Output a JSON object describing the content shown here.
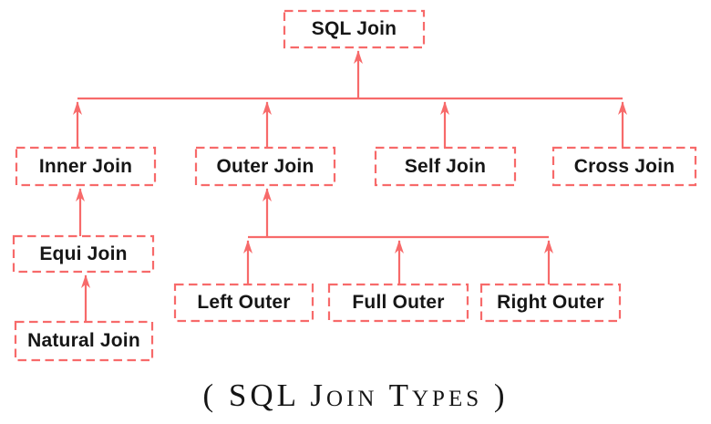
{
  "diagram": {
    "accent_color": "#f76a6a",
    "text_color": "#161616",
    "background_color": "#ffffff",
    "type": "hierarchy-tree",
    "arrow_direction": "child-to-parent-upward"
  },
  "nodes": {
    "sql_join": {
      "label": "SQL Join"
    },
    "inner_join": {
      "label": "Inner Join"
    },
    "outer_join": {
      "label": "Outer Join"
    },
    "self_join": {
      "label": "Self Join"
    },
    "cross_join": {
      "label": "Cross Join"
    },
    "equi_join": {
      "label": "Equi Join"
    },
    "natural_join": {
      "label": "Natural Join"
    },
    "left_outer": {
      "label": "Left Outer"
    },
    "full_outer": {
      "label": "Full Outer"
    },
    "right_outer": {
      "label": "Right Outer"
    }
  },
  "edges": [
    {
      "from": "Inner Join",
      "to": "SQL Join"
    },
    {
      "from": "Outer Join",
      "to": "SQL Join"
    },
    {
      "from": "Self Join",
      "to": "SQL Join"
    },
    {
      "from": "Cross Join",
      "to": "SQL Join"
    },
    {
      "from": "Equi Join",
      "to": "Inner Join"
    },
    {
      "from": "Natural Join",
      "to": "Equi Join"
    },
    {
      "from": "Left Outer",
      "to": "Outer Join"
    },
    {
      "from": "Full Outer",
      "to": "Outer Join"
    },
    {
      "from": "Right Outer",
      "to": "Outer Join"
    }
  ],
  "caption": {
    "text": "( SQL Join Types )"
  }
}
